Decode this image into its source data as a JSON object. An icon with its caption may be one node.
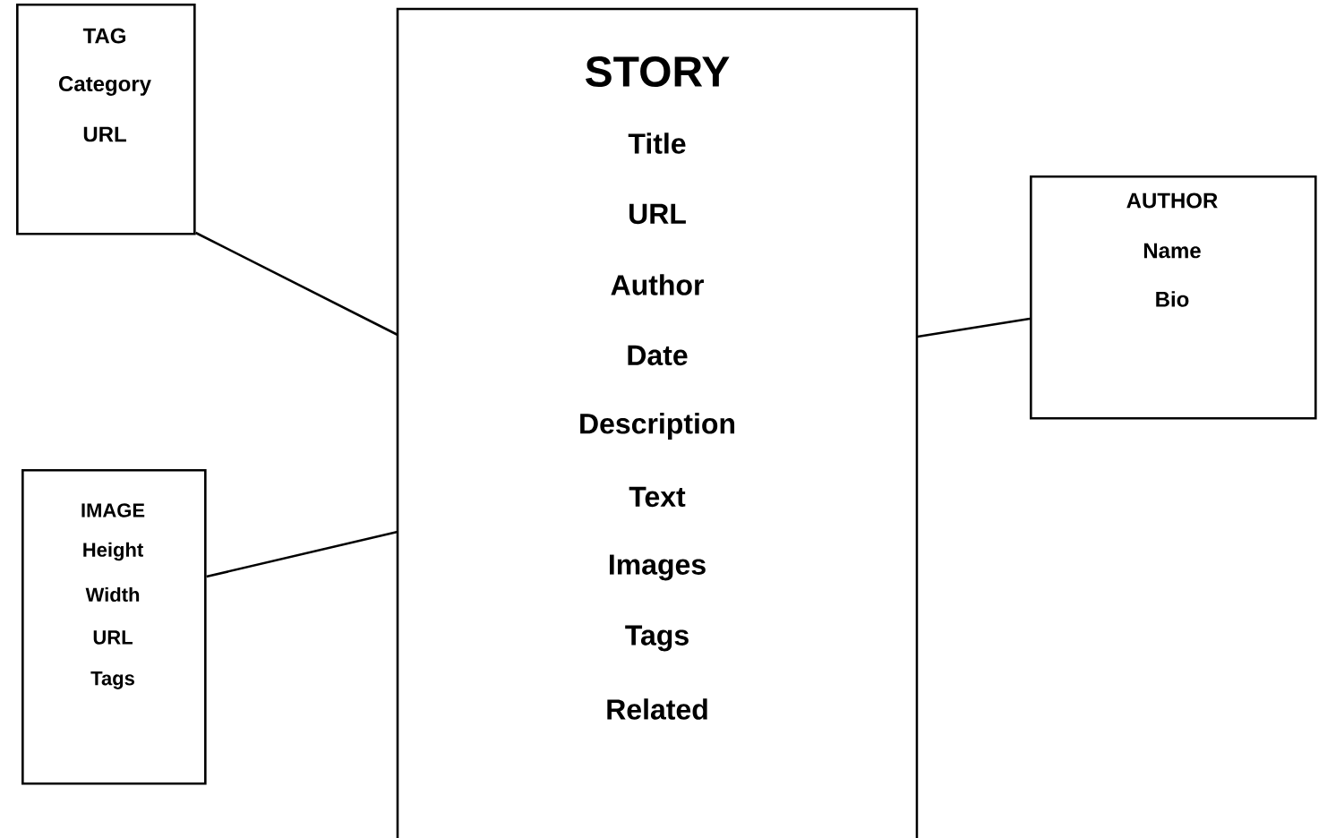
{
  "diagram": {
    "nodes": [
      {
        "text": [
          "TAG",
          "Category",
          "URL"
        ]
      },
      {
        "text": [
          "STORY",
          "Title",
          "URL",
          "Author",
          "Date",
          "Description",
          "Text",
          "Images",
          "Tags",
          "Related"
        ]
      },
      {
        "text": [
          "AUTHOR",
          "Name",
          "Bio"
        ]
      },
      {
        "text": [
          "IMAGE",
          "Height",
          "Width",
          "URL",
          "Tags"
        ]
      }
    ],
    "edges": [
      {
        "from": 0,
        "to": 1,
        "arrow": "none"
      },
      {
        "from": 3,
        "to": 1,
        "arrow": "none"
      },
      {
        "from": 1,
        "to": 2,
        "arrow": "none"
      }
    ]
  }
}
